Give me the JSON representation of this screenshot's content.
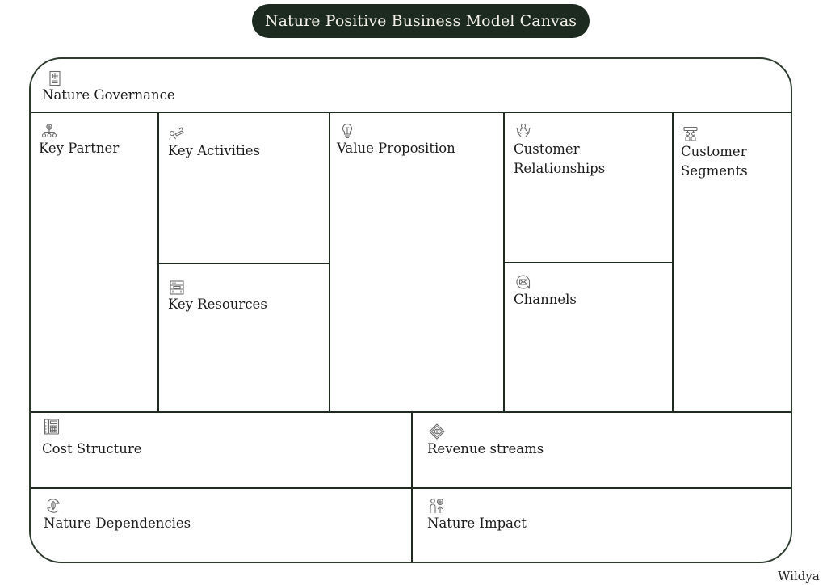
{
  "header": {
    "title": "Nature Positive Business Model Canvas"
  },
  "canvas": {
    "nature_governance": {
      "label": "Nature Governance",
      "icon": "document-globe-icon"
    },
    "key_partner": {
      "label": "Key Partner",
      "icon": "network-globe-icon"
    },
    "key_activities": {
      "label": "Key Activities",
      "icon": "tools-icon"
    },
    "key_resources": {
      "label": "Key Resources",
      "icon": "storage-icon"
    },
    "value_proposition": {
      "label": "Value Proposition",
      "icon": "lightbulb-icon"
    },
    "customer_relationships": {
      "label_line1": "Customer",
      "label_line2": "Relationships",
      "icon": "hands-person-icon"
    },
    "channels": {
      "label": "Channels",
      "icon": "chat-mail-icon"
    },
    "customer_segments": {
      "label_line1": "Customer",
      "label_line2": "Segments",
      "icon": "hierarchy-people-icon"
    },
    "cost_structure": {
      "label": "Cost Structure",
      "icon": "calculator-icon"
    },
    "revenue_streams": {
      "label": "Revenue streams",
      "icon": "money-bill-icon"
    },
    "nature_dependencies": {
      "label": "Nature Dependencies",
      "icon": "leaf-cycle-icon"
    },
    "nature_impact": {
      "label": "Nature Impact",
      "icon": "person-globe-icon"
    }
  },
  "footer": {
    "brand": "Wildya"
  },
  "colors": {
    "pill_bg": "#1d2a1f",
    "pill_text": "#f3f1ea",
    "frame": "#2c3a2e",
    "lines": "#1f2a20"
  }
}
